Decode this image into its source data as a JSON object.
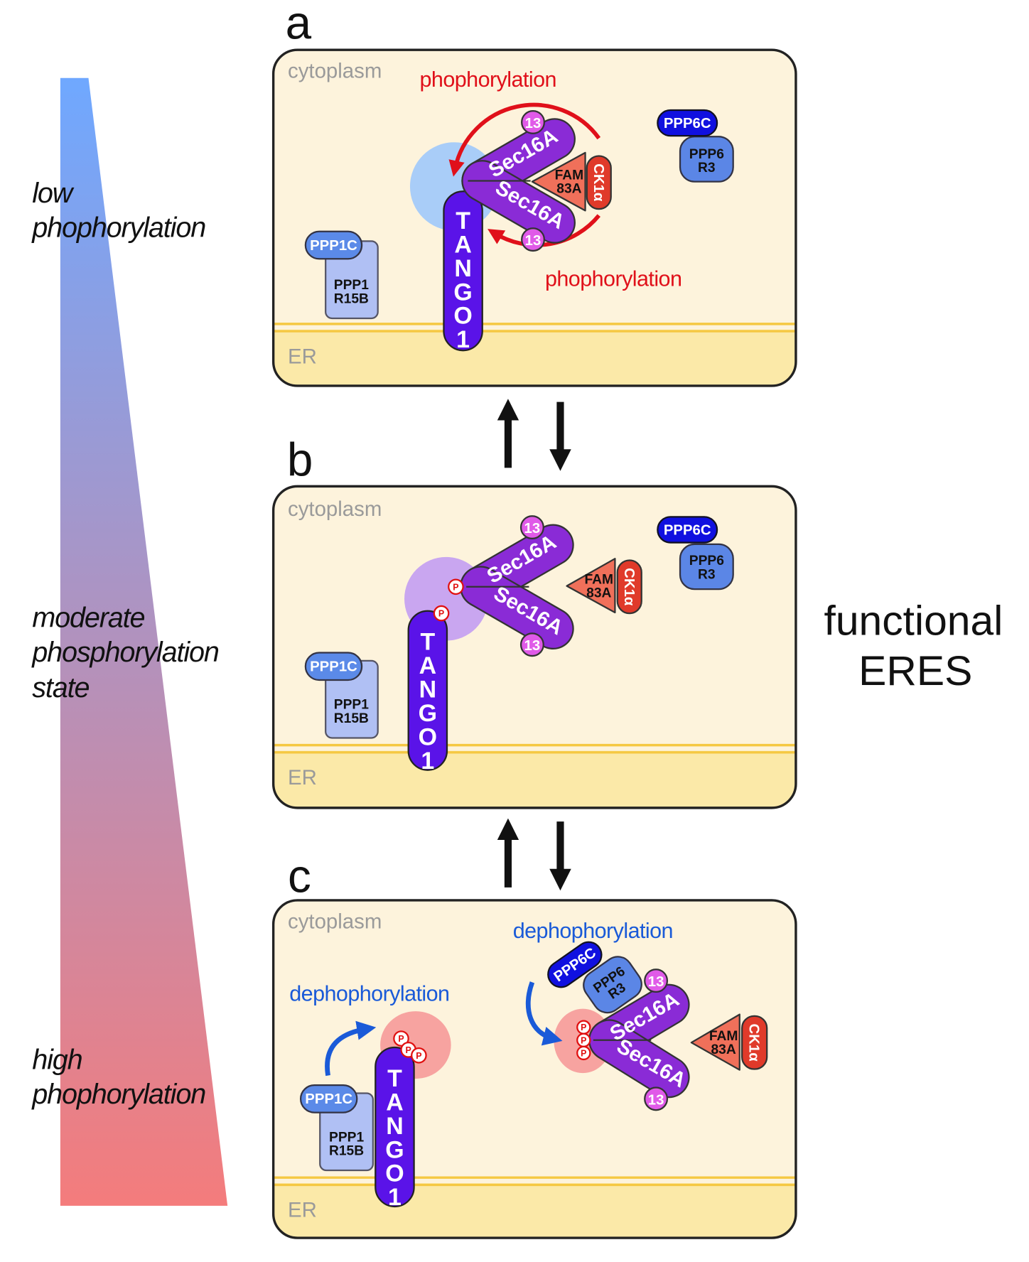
{
  "gradient_scale": {
    "low_label": [
      "low",
      "phophorylation"
    ],
    "moderate_label": [
      "moderate",
      "phosphorylation",
      "state"
    ],
    "high_label": [
      "high",
      "phophorylation"
    ],
    "colors": {
      "top": "#6fa8ff",
      "bottom": "#f47c7c"
    }
  },
  "right_label": [
    "functional",
    "ERES"
  ],
  "panels": {
    "a": {
      "letter": "a",
      "cytoplasm": "cytoplasm",
      "er": "ER",
      "process_top": "phophorylation",
      "process_bottom": "phophorylation"
    },
    "b": {
      "letter": "b",
      "cytoplasm": "cytoplasm",
      "er": "ER"
    },
    "c": {
      "letter": "c",
      "cytoplasm": "cytoplasm",
      "er": "ER",
      "process_left": "dephophorylation",
      "process_right": "dephophorylation"
    }
  },
  "proteins": {
    "tango1": "TANGO1",
    "sec16a": "Sec16A",
    "domain13": "13",
    "fam83a": [
      "FAM",
      "83A"
    ],
    "ck1a": "CK1α",
    "ppp6c": "PPP6C",
    "ppp6r3": [
      "PPP6",
      "R3"
    ],
    "ppp1c": "PPP1C",
    "ppp1r15b": [
      "PPP1",
      "R15B"
    ],
    "phospho": "P"
  },
  "colors": {
    "cytoplasm": "#fdf3dc",
    "er": "#fbe9a8",
    "membrane": "#f5c842",
    "tango1": "#5a13e8",
    "sec16a": "#8a2bd6",
    "domain13": "#e05ae8",
    "fam83a": "#f0705a",
    "ck1a": "#e03a2a",
    "ppp6c": "#1010e0",
    "ppp6r3": "#5b86e6",
    "ppp1c": "#5b8ae8",
    "ppp1r15b": "#b0c0f4",
    "phosphorylation": "#e0101a",
    "dephosphorylation": "#1a5ad8"
  }
}
